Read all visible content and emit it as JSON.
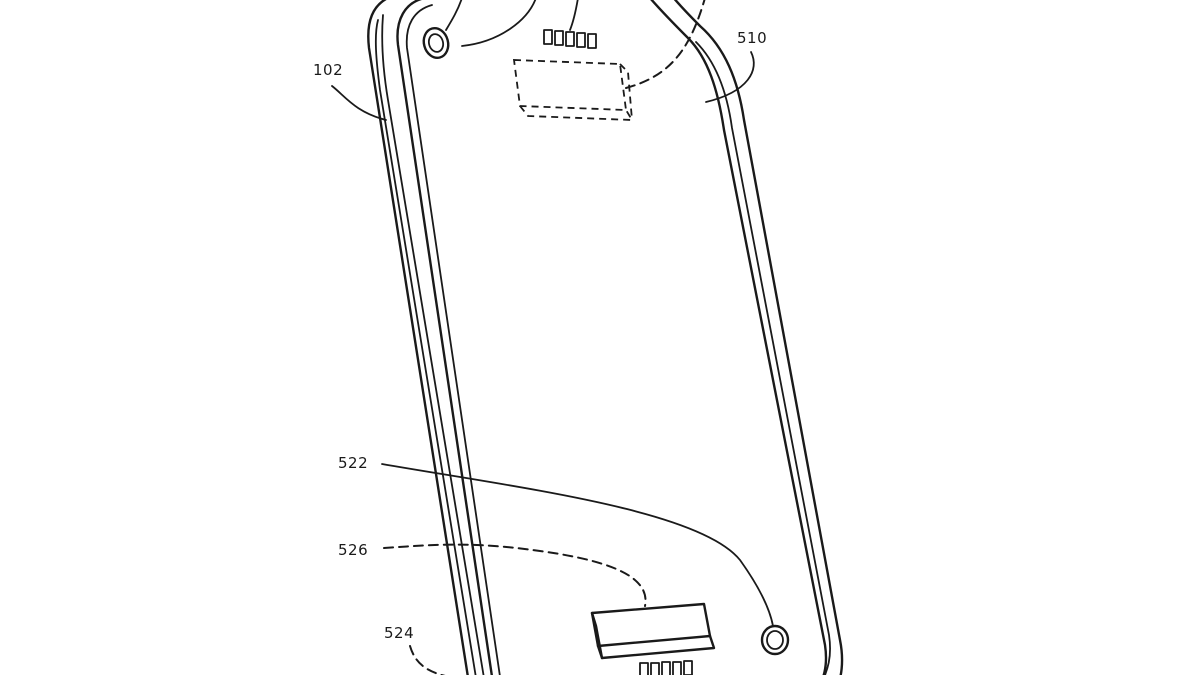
{
  "figure": {
    "reference_numerals": {
      "housing": "102",
      "panel": "510",
      "coil": "522",
      "lower_module": "524",
      "lower_link": "526"
    }
  },
  "colors": {
    "ink": "#1a1a1a",
    "background": "#ffffff"
  }
}
